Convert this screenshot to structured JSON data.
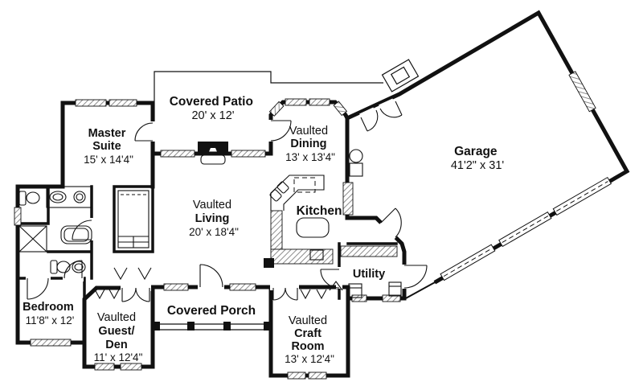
{
  "title": "House Floor Plan",
  "colors": {
    "wall": "#111111",
    "background": "#ffffff",
    "window_hatch": "#8c8c8c"
  },
  "rooms": {
    "master_suite": {
      "lines": [
        "Master",
        "Suite",
        "15' x 14'4\""
      ]
    },
    "covered_patio": {
      "lines": [
        "Covered Patio",
        "20' x 12'"
      ]
    },
    "vaulted_dining": {
      "lines": [
        "Vaulted",
        "Dining",
        "13' x 13'4\""
      ]
    },
    "garage": {
      "lines": [
        "Garage",
        "41'2\" x 31'"
      ]
    },
    "vaulted_living": {
      "lines": [
        "Vaulted",
        "Living",
        "20' x 18'4\""
      ]
    },
    "kitchen": {
      "lines": [
        "Kitchen"
      ]
    },
    "utility": {
      "lines": [
        "Utility"
      ]
    },
    "bedroom": {
      "lines": [
        "Bedroom",
        "11'8\" x 12'"
      ]
    },
    "guest_den": {
      "lines": [
        "Vaulted",
        "Guest/",
        "Den",
        "11' x 12'4\""
      ]
    },
    "covered_porch": {
      "lines": [
        "Covered Porch"
      ]
    },
    "craft_room": {
      "lines": [
        "Vaulted",
        "Craft",
        "Room",
        "13' x 12'4\""
      ]
    }
  }
}
